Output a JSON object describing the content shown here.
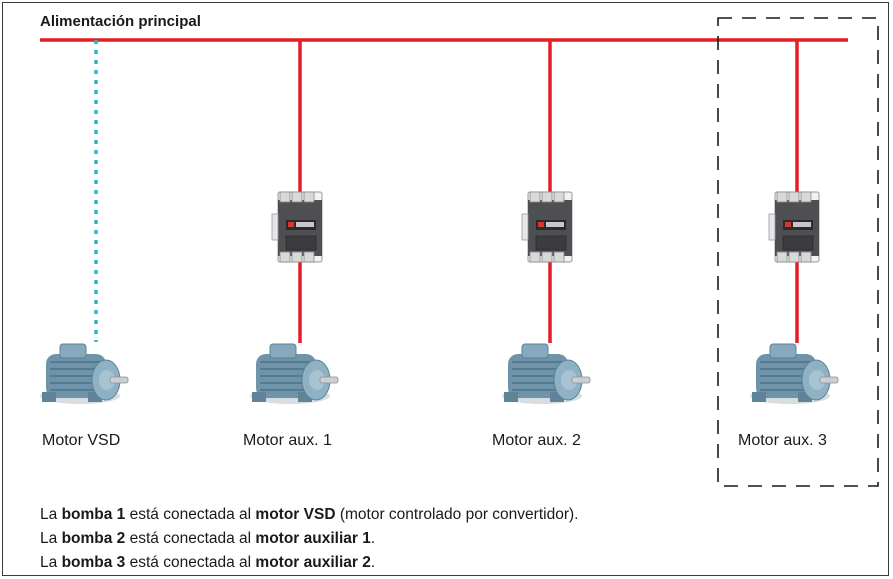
{
  "title": "Alimentación principal",
  "motors": [
    {
      "label": "Motor VSD",
      "icon": "motor-icon"
    },
    {
      "label": "Motor aux. 1",
      "icon": "motor-icon"
    },
    {
      "label": "Motor aux. 2",
      "icon": "motor-icon"
    },
    {
      "label": "Motor aux. 3",
      "icon": "motor-icon"
    }
  ],
  "contactor_icon": "contactor-icon",
  "colors": {
    "supply_line": "#e41e26",
    "vsd_link": "#29b6c8",
    "motor_body": "#7fa3b8",
    "contactor": "#5a5a5a"
  },
  "description": [
    {
      "p1": "La ",
      "b1": "bomba 1",
      "p2": " está conectada al ",
      "b2": "motor VSD",
      "p3": " (motor controlado por convertidor)."
    },
    {
      "p1": "La ",
      "b1": "bomba 2",
      "p2": " está conectada al ",
      "b2": "motor auxiliar 1",
      "p3": "."
    },
    {
      "p1": "La ",
      "b1": "bomba 3",
      "p2": " está conectada al ",
      "b2": "motor auxiliar 2",
      "p3": "."
    }
  ]
}
